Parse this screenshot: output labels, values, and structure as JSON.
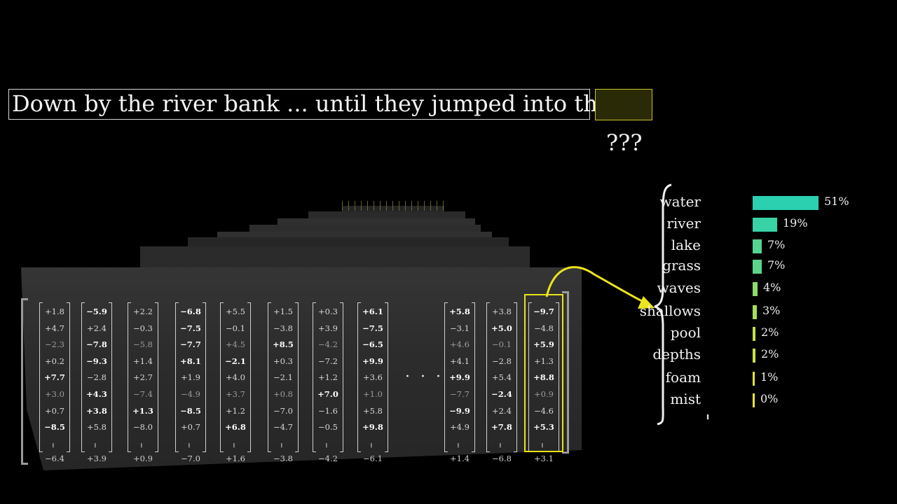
{
  "sentence": {
    "text": "Down by the river bank ... until they jumped into the",
    "unknown": "???"
  },
  "colors": {
    "blank_border": "#c8c428",
    "highlight": "#e8e21a",
    "arrow": "#ece51e"
  },
  "vectors": [
    {
      "cells": [
        "+1.8",
        "+4.7",
        "−2.3",
        "+0.2",
        "+7.7",
        "+3.0",
        "+0.7",
        "−8.5"
      ],
      "last": "−6.4"
    },
    {
      "cells": [
        "−5.9",
        "+2.4",
        "−7.8",
        "−9.3",
        "−2.8",
        "+4.3",
        "+3.8",
        "+5.8"
      ],
      "last": "+3.9"
    },
    {
      "cells": [
        "+2.2",
        "−0.3",
        "−5.8",
        "+1.4",
        "+2.7",
        "−7.4",
        "+1.3",
        "−8.0"
      ],
      "last": "+0.9"
    },
    {
      "cells": [
        "−6.8",
        "−7.5",
        "−7.7",
        "+8.1",
        "+1.9",
        "−4.9",
        "−8.5",
        "+0.7"
      ],
      "last": "−7.0"
    },
    {
      "cells": [
        "+5.5",
        "−0.1",
        "+4.5",
        "−2.1",
        "+4.0",
        "+3.7",
        "+1.2",
        "+6.8"
      ],
      "last": "+1.6"
    },
    {
      "cells": [
        "+1.5",
        "−3.8",
        "+8.5",
        "+0.3",
        "−2.1",
        "+0.8",
        "−7.0",
        "−4.7"
      ],
      "last": "−3.8"
    },
    {
      "cells": [
        "+0.3",
        "+3.9",
        "−4.2",
        "−7.2",
        "+1.2",
        "+7.0",
        "−1.6",
        "−0.5"
      ],
      "last": "−4.2"
    },
    {
      "cells": [
        "+6.1",
        "−7.5",
        "−6.5",
        "+9.9",
        "+3.6",
        "+1.0",
        "+5.8",
        "+9.8"
      ],
      "last": "−6.1"
    },
    {
      "cells": [
        "+5.8",
        "−3.1",
        "+4.6",
        "+4.1",
        "+9.9",
        "−7.7",
        "−9.9",
        "+4.9"
      ],
      "last": "+1.4"
    },
    {
      "cells": [
        "+3.8",
        "+5.0",
        "−0.1",
        "−2.8",
        "+5.4",
        "−2.4",
        "+2.4",
        "+7.8"
      ],
      "last": "−6.8"
    },
    {
      "cells": [
        "−9.7",
        "−4.8",
        "+5.9",
        "+1.3",
        "+8.8",
        "+0.9",
        "−4.6",
        "+5.3"
      ],
      "last": "+3.1"
    }
  ],
  "strong_cells": [
    [
      4,
      7
    ],
    [
      0,
      2,
      3,
      5,
      6
    ],
    [
      6
    ],
    [
      0,
      1,
      2,
      3,
      6
    ],
    [
      3,
      7
    ],
    [
      2
    ],
    [
      5
    ],
    [
      0,
      1,
      2,
      3,
      7
    ],
    [
      0,
      4,
      6
    ],
    [
      1,
      5,
      7
    ],
    [
      0,
      2,
      4,
      7
    ]
  ],
  "ellipsis": "· · ·",
  "predictions": [
    {
      "word": "water",
      "pct": "51%",
      "p": 0.51,
      "color": "#2ad0b0"
    },
    {
      "word": "river",
      "pct": "19%",
      "p": 0.19,
      "color": "#38d2a6"
    },
    {
      "word": "lake",
      "pct": "7%",
      "p": 0.07,
      "color": "#56d492"
    },
    {
      "word": "grass",
      "pct": "7%",
      "p": 0.07,
      "color": "#5cd48c"
    },
    {
      "word": "waves",
      "pct": "4%",
      "p": 0.04,
      "color": "#8cdb6c"
    },
    {
      "word": "shallows",
      "pct": "3%",
      "p": 0.03,
      "color": "#a6de5c"
    },
    {
      "word": "pool",
      "pct": "2%",
      "p": 0.02,
      "color": "#c2e04c"
    },
    {
      "word": "depths",
      "pct": "2%",
      "p": 0.02,
      "color": "#cde248"
    },
    {
      "word": "foam",
      "pct": "1%",
      "p": 0.01,
      "color": "#dfe43a"
    },
    {
      "word": "mist",
      "pct": "0%",
      "p": 0.005,
      "color": "#e8e434"
    }
  ],
  "predictions_more": "..."
}
